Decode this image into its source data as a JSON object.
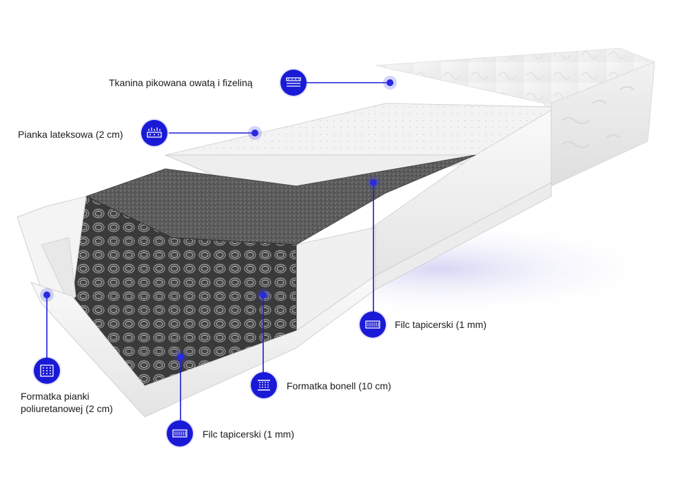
{
  "accent_color": "#1a1ad6",
  "layers": [
    {
      "id": "quilted-fabric",
      "label": "Tkanina pikowana owatą i fizeliną",
      "icon": "quilted-fabric-icon"
    },
    {
      "id": "latex-foam",
      "label": "Pianka lateksowa (2 cm)",
      "icon": "latex-foam-icon"
    },
    {
      "id": "felt-top",
      "label": "Filc tapicerski (1 mm)",
      "icon": "felt-icon"
    },
    {
      "id": "bonnell-springs",
      "label": "Formatka bonell (10 cm)",
      "icon": "bonnell-spring-icon"
    },
    {
      "id": "felt-bottom",
      "label": "Filc tapicerski (1 mm)",
      "icon": "felt-icon"
    },
    {
      "id": "pu-foam",
      "label": "Formatka pianki poliuretanowej (2 cm)",
      "icon": "pu-foam-icon"
    }
  ]
}
